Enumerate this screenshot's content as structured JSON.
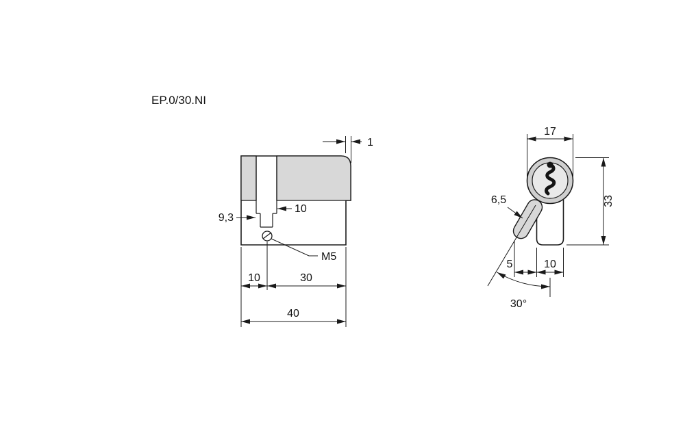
{
  "title": "EP.0/30.NI",
  "side_view": {
    "dim_face_step": "1",
    "dim_keyway_left": "9,3",
    "dim_keyway_right": "10",
    "thread_label": "M5",
    "dim_rear_section": "10",
    "dim_front_section": "30",
    "dim_total_length": "40"
  },
  "front_view": {
    "dim_diameter": "17",
    "dim_height": "33",
    "dim_cam_width": "6,5",
    "dim_cam_offset": "5",
    "dim_body_width": "10",
    "dim_cam_angle": "30°"
  }
}
